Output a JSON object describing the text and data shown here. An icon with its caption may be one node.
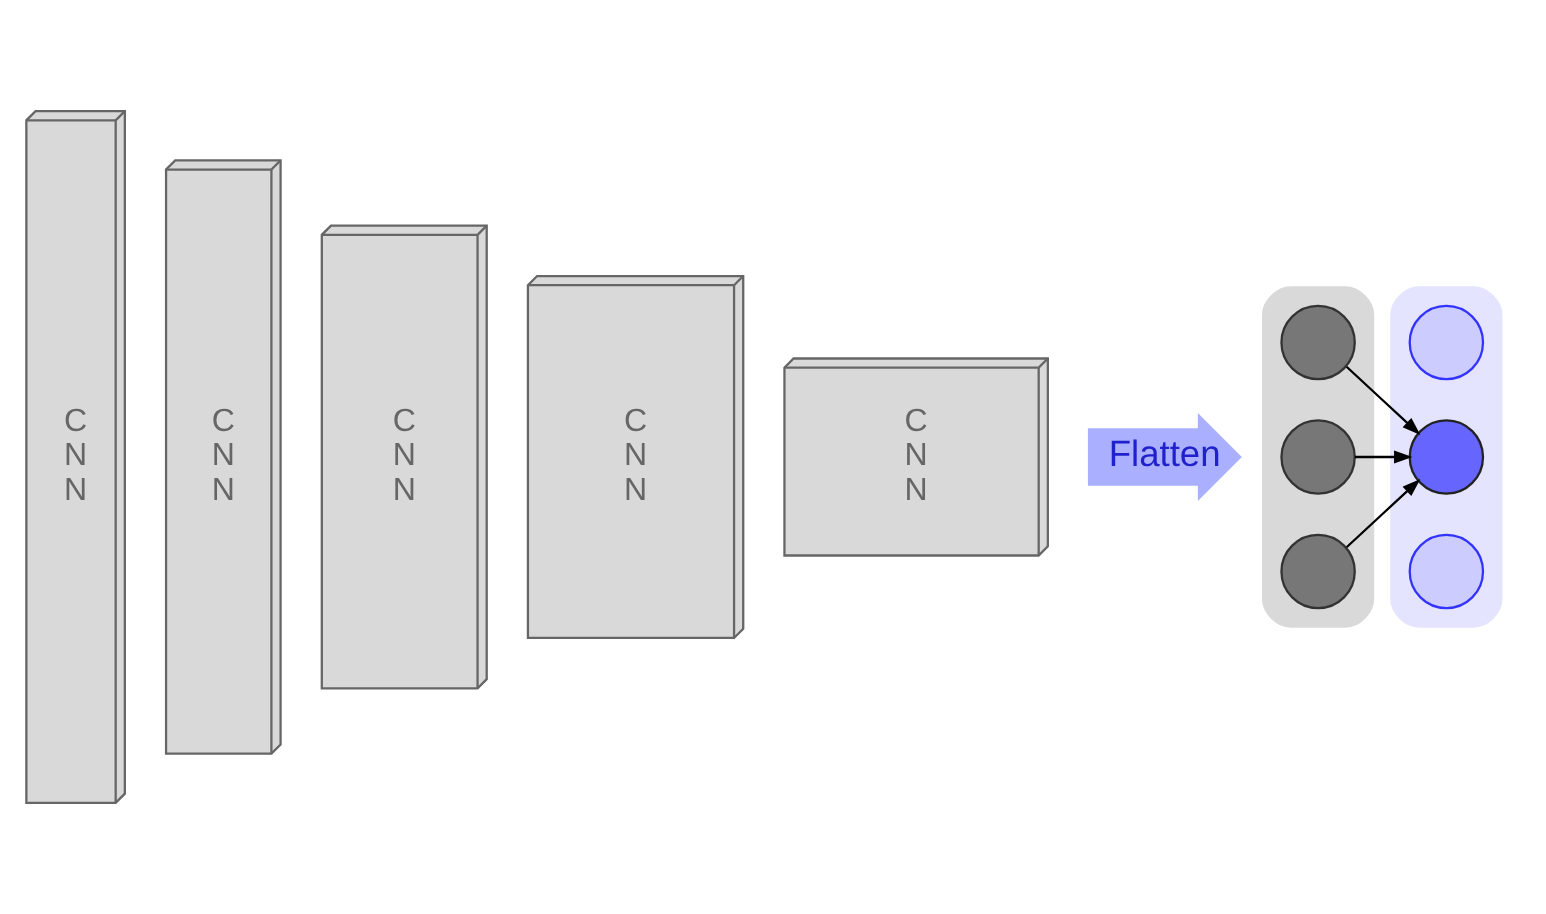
{
  "diagram": {
    "nodes": [
      {
        "text": [
          "C N N"
        ]
      },
      {
        "text": [
          "C N N"
        ]
      },
      {
        "text": [
          "C N N"
        ]
      },
      {
        "text": [
          "C N N"
        ]
      },
      {
        "text": [
          "C N N"
        ]
      },
      {
        "text": [
          "Flatten"
        ]
      },
      {
        "text": [],
        "shape": "box"
      },
      {
        "text": [],
        "shape": "circle",
        "in": 6
      },
      {
        "text": [],
        "shape": "circle",
        "in": 6
      },
      {
        "text": [],
        "shape": "circle",
        "in": 6
      },
      {
        "text": [],
        "shape": "box"
      },
      {
        "text": [],
        "shape": "circle",
        "in": 10
      },
      {
        "text": [],
        "shape": "circle",
        "in": 10
      },
      {
        "text": [],
        "shape": "circle",
        "in": 10
      }
    ],
    "edges": [
      {
        "from": 7,
        "to": 12,
        "arrow": "to"
      },
      {
        "from": 8,
        "to": 12,
        "arrow": "to"
      },
      {
        "from": 9,
        "to": 12,
        "arrow": "to"
      }
    ]
  }
}
